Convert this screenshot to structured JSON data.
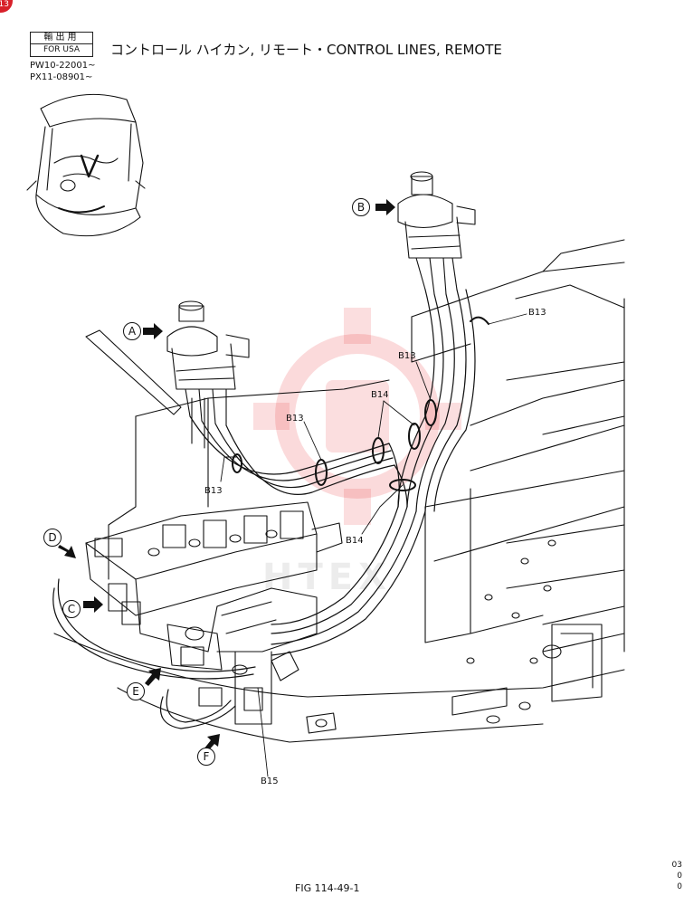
{
  "header": {
    "corner_badge": "13",
    "export_jp": "輸出用",
    "export_en": "FOR USA",
    "serials": [
      "PW10-22001~",
      "PX11-08901~"
    ],
    "title": "コントロール ハイカン, リモート・CONTROL LINES,  REMOTE"
  },
  "views": {
    "A": "A",
    "B": "B",
    "C": "C",
    "D": "D",
    "E": "E",
    "F": "F"
  },
  "callouts": {
    "b13_top_right": "B13",
    "b13_mid_right": "B13",
    "b14_upper": "B14",
    "b13_center": "B13",
    "b13_left": "B13",
    "b14_lower": "B14",
    "b15": "B15"
  },
  "watermark_text": "HTEX",
  "footer": {
    "fig_caption": "FIG 114-49-1",
    "page_code": [
      "03",
      "0",
      "0"
    ]
  },
  "colors": {
    "line": "#111111",
    "watermark": "#e8333a",
    "badge": "#d8202a"
  }
}
